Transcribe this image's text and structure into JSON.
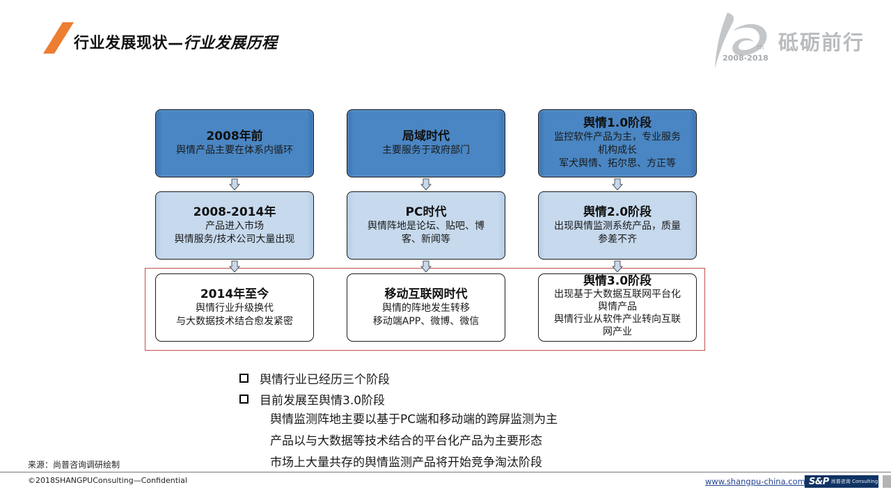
{
  "header": {
    "title_main": "行业发展现状—",
    "title_sub": "行业发展历程",
    "accent_color": "#ed7d31"
  },
  "logo": {
    "slogan": "砥砺前行",
    "years": "2008-2018",
    "anniversary_suffix": "th",
    "color": "#b9bcbf"
  },
  "diagram": {
    "columns": [
      {
        "boxes": [
          {
            "heading": "2008年前",
            "lines": [
              "舆情产品主要在体系内循环"
            ]
          },
          {
            "heading": "2008-2014年",
            "lines": [
              "产品进入市场",
              "舆情服务/技术公司大量出现"
            ]
          },
          {
            "heading": "2014年至今",
            "lines": [
              "舆情行业升级换代",
              "与大数据技术结合愈发紧密"
            ]
          }
        ]
      },
      {
        "boxes": [
          {
            "heading": "局域时代",
            "lines": [
              "主要服务于政府部门"
            ]
          },
          {
            "heading": "PC时代",
            "lines": [
              "舆情阵地是论坛、贴吧、博",
              "客、新闻等"
            ]
          },
          {
            "heading": "移动互联网时代",
            "lines": [
              "舆情的阵地发生转移",
              "移动端APP、微博、微信"
            ]
          }
        ]
      },
      {
        "boxes": [
          {
            "heading": "舆情1.0阶段",
            "lines": [
              "监控软件产品为主，专业服务",
              "机构成长",
              "军犬舆情、拓尔思、方正等"
            ]
          },
          {
            "heading": "舆情2.0阶段",
            "lines": [
              "出现舆情监测系统产品，质量",
              "参差不齐"
            ]
          },
          {
            "heading": "舆情3.0阶段",
            "lines": [
              "出现基于大数据互联网平台化",
              "舆情产品",
              "舆情行业从软件产业转向互联",
              "网产业"
            ]
          }
        ]
      }
    ],
    "colors": {
      "row1_fill": "#4a86c3",
      "row2_fill": "#c6d9ed",
      "row3_fill": "#ffffff",
      "highlight_border": "#c0504d"
    }
  },
  "summary": {
    "bullets": [
      {
        "text": "舆情行业已经历三个阶段"
      },
      {
        "text": "目前发展至舆情3.0阶段"
      }
    ],
    "sub_points": [
      "舆情监测阵地主要以基于PC端和移动端的跨屏监测为主",
      "产品以与大数据等技术结合的平台化产品为主要形态",
      "市场上大量共存的舆情监测产品将开始竞争淘汰阶段"
    ]
  },
  "footer": {
    "source": "来源：尚普咨询调研绘制",
    "copyright": "©2018SHANGPUConsulting—Confidential",
    "website": "www.shangpu-china.com",
    "brand_mark": "S&P",
    "brand_sub": "尚普咨询 Consulting",
    "brand_color": "#0f3363"
  }
}
